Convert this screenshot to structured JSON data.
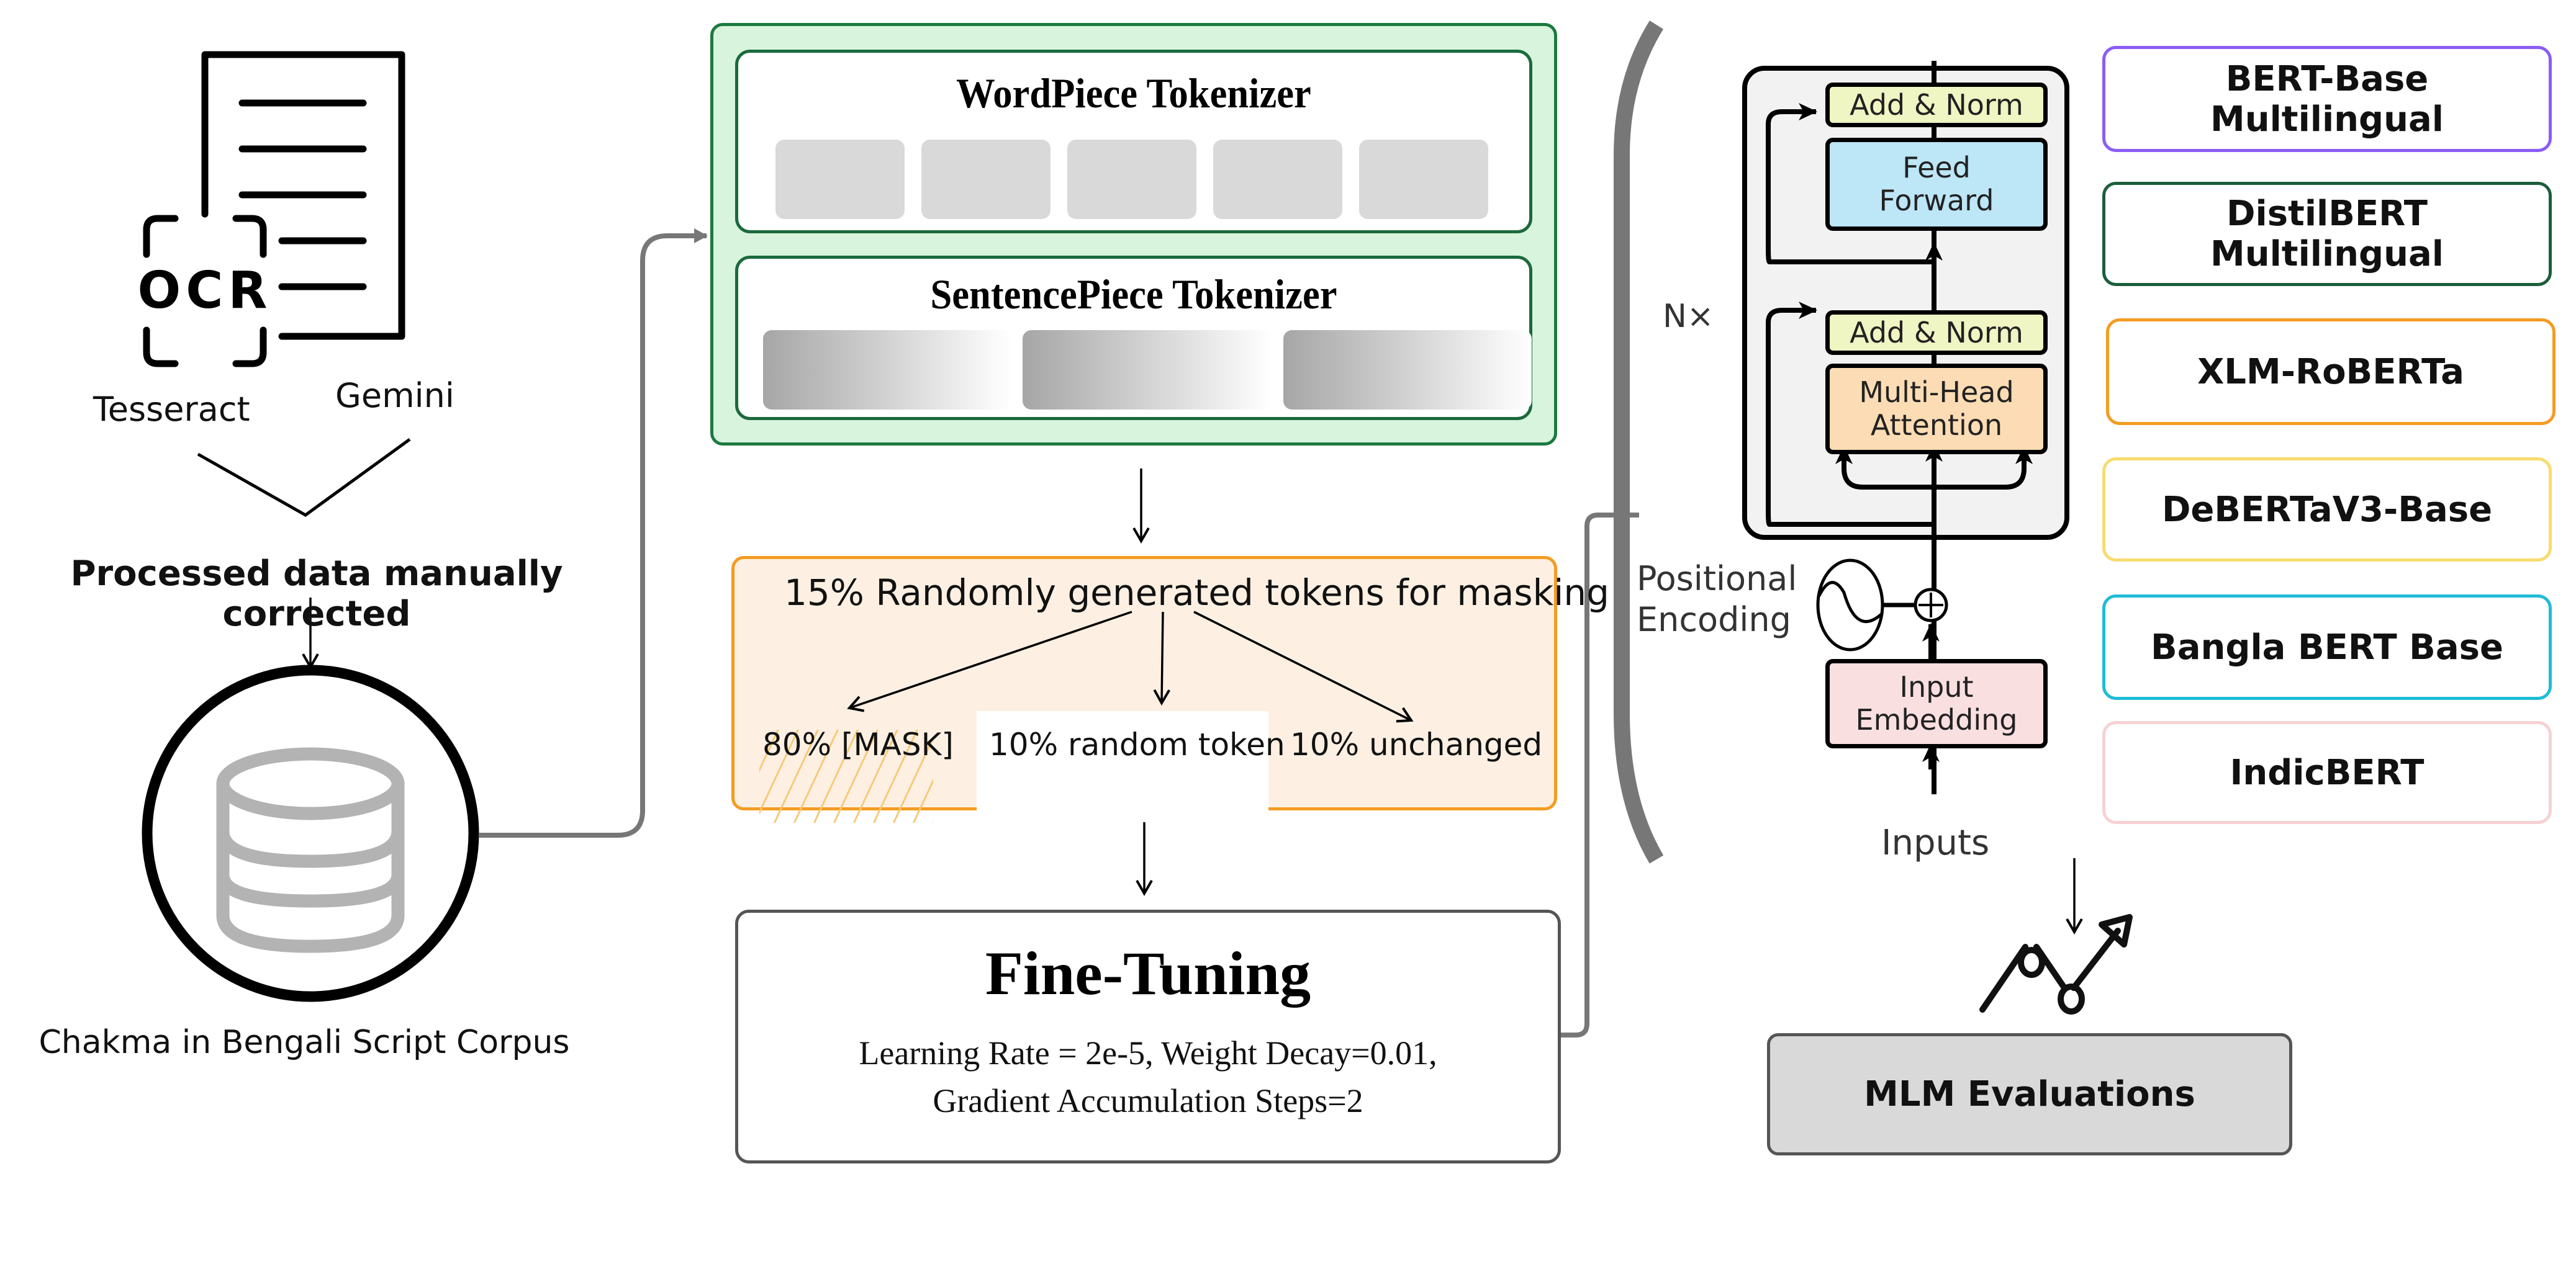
{
  "ocr_section": {
    "icon": "ocr-document-icon",
    "ocr_text": "OCR",
    "engines": [
      "Tesseract",
      "Gemini"
    ],
    "processed_label": "Processed data manually corrected",
    "corpus_icon": "database-icon",
    "corpus_label": "Chakma in Bengali Script Corpus"
  },
  "tokenizers": {
    "wordpiece": {
      "title": "WordPiece Tokenizer",
      "chip_count": 5
    },
    "sentencepiece": {
      "title": "SentencePiece Tokenizer",
      "chip_count": 3
    },
    "colors": {
      "outer_fill": "#d8f4dc",
      "border": "#1b7a3f"
    }
  },
  "masking": {
    "title": "15% Randomly generated  tokens for masking",
    "options": [
      "80% [MASK]",
      "10% random token",
      "10% unchanged"
    ],
    "colors": {
      "fill": "#fdf0e2",
      "border": "#f39c22"
    }
  },
  "fine_tuning": {
    "title": "Fine-Tuning",
    "params_line1": "Learning Rate = 2e-5, Weight Decay=0.01,",
    "params_line2": "Gradient Accumulation Steps=2"
  },
  "transformer": {
    "repeat_label": "N×",
    "add_norm_top": "Add & Norm",
    "feed_forward": "Feed\nForward",
    "add_norm_bottom": "Add & Norm",
    "multi_head": "Multi-Head\nAttention",
    "positional_encoding": "Positional\nEncoding",
    "input_embedding": "Input\nEmbedding",
    "inputs": "Inputs"
  },
  "models": [
    {
      "name": "BERT-Base Multilingual",
      "color": "#8b5cf6"
    },
    {
      "name": "DistilBERT Multilingual",
      "color": "#1b5e3b"
    },
    {
      "name": "XLM-RoBERTa",
      "color": "#f39c22"
    },
    {
      "name": "DeBERTaV3-Base",
      "color": "#f7dc6f"
    },
    {
      "name": "Bangla BERT Base",
      "color": "#1fbcd6"
    },
    {
      "name": "IndicBERT",
      "color": "#f6d1d3"
    }
  ],
  "evaluation": {
    "icon": "trend-chart-icon",
    "label": "MLM Evaluations"
  }
}
